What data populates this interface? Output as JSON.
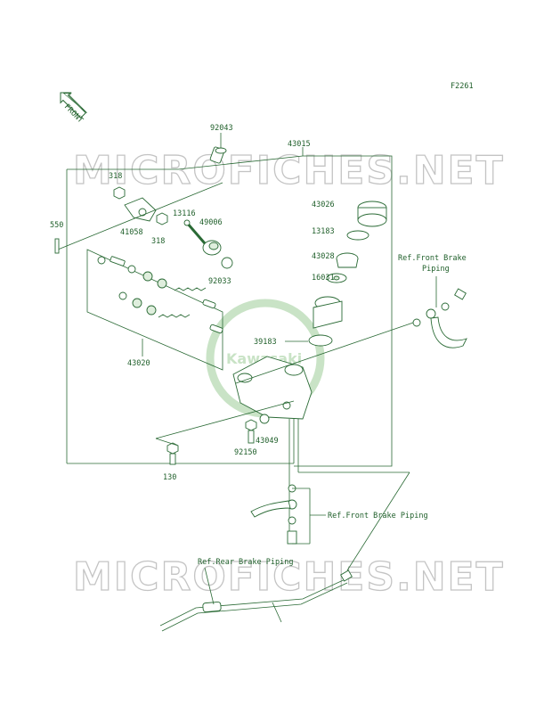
{
  "figure_code": "F2261",
  "front_label": "FRONT",
  "watermark": "MICROFICHES.NET",
  "logo_text": "Kawasaki",
  "part_labels": {
    "p92043": "92043",
    "p43015": "43015",
    "p318a": "318",
    "p318b": "318",
    "p550": "550",
    "p41058": "41058",
    "p13116": "13116",
    "p49006": "49006",
    "p92033": "92033",
    "p43026": "43026",
    "p13183": "13183",
    "p43028": "43028",
    "p16031": "16031",
    "p39183": "39183",
    "p43020": "43020",
    "p43049": "43049",
    "p92150": "92150",
    "p130": "130"
  },
  "ref_labels": {
    "front_brake_piping_line1": "Ref.Front Brake",
    "front_brake_piping_line2": "Piping",
    "front_brake_piping_2": "Ref.Front Brake Piping",
    "rear_brake_piping": "Ref.Rear Brake Piping"
  },
  "colors": {
    "line": "#2a6a35",
    "label": "#1f5f2a",
    "watermark": "#c4c4c4",
    "logo": "#c9e3c6"
  }
}
